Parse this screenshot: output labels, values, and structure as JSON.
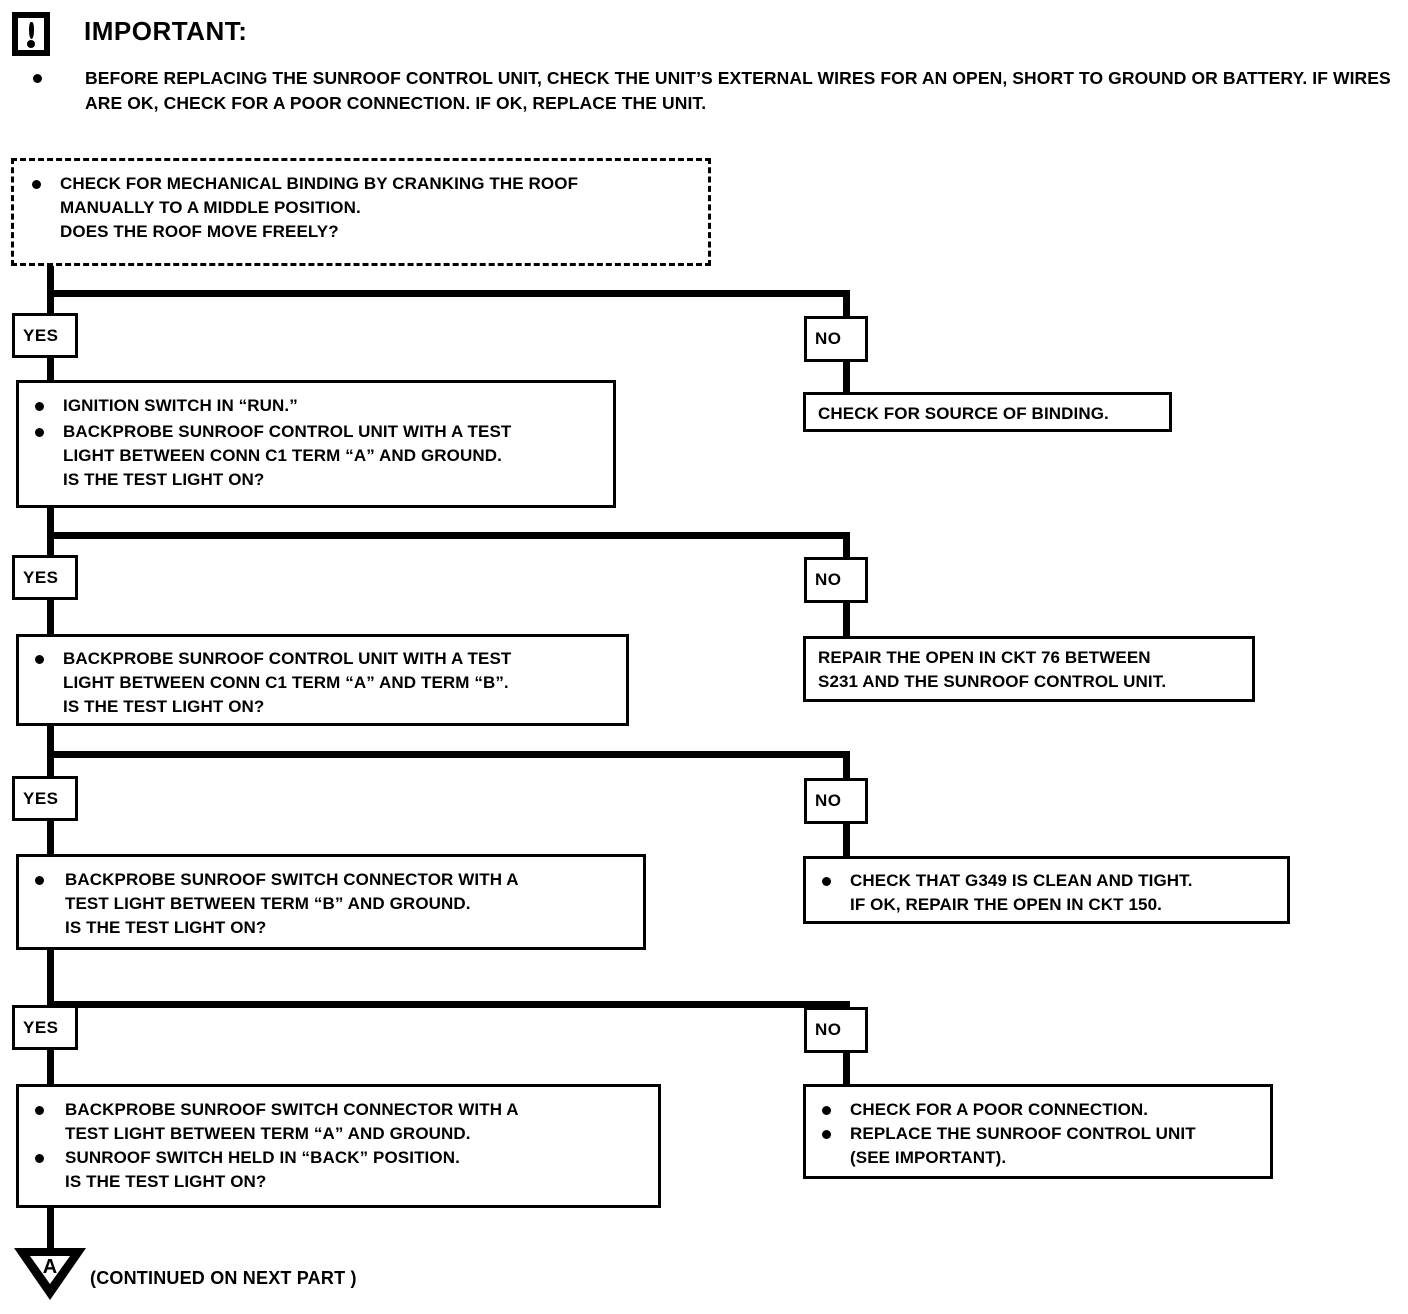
{
  "document": {
    "title": "Sunroof Control Unit Diagnostic Flowchart"
  },
  "important": {
    "icon": "exclamation-in-box-icon",
    "heading": "IMPORTANT:",
    "bullet": "BEFORE REPLACING THE SUNROOF CONTROL UNIT, CHECK THE UNIT’S EXTERNAL WIRES FOR AN OPEN, SHORT TO GROUND OR BATTERY.  IF WIRES ARE OK, CHECK FOR A POOR CONNECTION.  IF OK, REPLACE THE UNIT."
  },
  "labels": {
    "yes": "YES",
    "no": "NO"
  },
  "steps": [
    {
      "id": "step-1",
      "style": "dashed",
      "lines": [
        {
          "bullet": true,
          "text": "CHECK FOR MECHANICAL BINDING BY CRANKING THE ROOF"
        },
        {
          "bullet": false,
          "text": "MANUALLY TO A MIDDLE POSITION."
        },
        {
          "bullet": false,
          "text": "DOES THE ROOF MOVE FREELY?"
        }
      ]
    },
    {
      "id": "step-2",
      "style": "solid",
      "lines": [
        {
          "bullet": true,
          "text": "IGNITION SWITCH IN “RUN.”"
        },
        {
          "bullet": true,
          "text": "BACKPROBE SUNROOF CONTROL UNIT WITH A TEST"
        },
        {
          "bullet": false,
          "text": "LIGHT BETWEEN CONN C1 TERM “A” AND GROUND."
        },
        {
          "bullet": false,
          "text": "IS THE TEST LIGHT ON?"
        }
      ]
    },
    {
      "id": "step-3",
      "style": "solid",
      "lines": [
        {
          "bullet": true,
          "text": "BACKPROBE SUNROOF CONTROL UNIT WITH A TEST"
        },
        {
          "bullet": false,
          "text": "LIGHT BETWEEN CONN C1 TERM “A” AND TERM “B”."
        },
        {
          "bullet": false,
          "text": "IS THE TEST LIGHT ON?"
        }
      ]
    },
    {
      "id": "step-4",
      "style": "solid",
      "lines": [
        {
          "bullet": true,
          "text": "BACKPROBE SUNROOF SWITCH CONNECTOR WITH A"
        },
        {
          "bullet": false,
          "text": "TEST LIGHT BETWEEN TERM “B” AND GROUND."
        },
        {
          "bullet": false,
          "text": "IS THE TEST LIGHT ON?"
        }
      ]
    },
    {
      "id": "step-5",
      "style": "solid",
      "lines": [
        {
          "bullet": true,
          "text": "BACKPROBE SUNROOF SWITCH CONNECTOR WITH A"
        },
        {
          "bullet": false,
          "text": "TEST LIGHT BETWEEN TERM “A” AND GROUND."
        },
        {
          "bullet": true,
          "text": "SUNROOF SWITCH HELD IN “BACK” POSITION."
        },
        {
          "bullet": false,
          "text": "IS THE TEST LIGHT ON?"
        }
      ]
    }
  ],
  "results": [
    {
      "id": "result-1",
      "lines": [
        {
          "bullet": false,
          "text": "CHECK FOR SOURCE OF BINDING."
        }
      ]
    },
    {
      "id": "result-2",
      "lines": [
        {
          "bullet": false,
          "text": "REPAIR THE OPEN IN CKT 76 BETWEEN"
        },
        {
          "bullet": false,
          "text": "S231 AND THE SUNROOF CONTROL UNIT."
        }
      ]
    },
    {
      "id": "result-3",
      "lines": [
        {
          "bullet": true,
          "text": "CHECK THAT G349 IS CLEAN AND TIGHT."
        },
        {
          "bullet": false,
          "text": "IF OK, REPAIR THE OPEN IN CKT 150."
        }
      ]
    },
    {
      "id": "result-4",
      "lines": [
        {
          "bullet": true,
          "text": "CHECK FOR A POOR CONNECTION."
        },
        {
          "bullet": true,
          "text": "REPLACE THE SUNROOF CONTROL UNIT"
        },
        {
          "bullet": false,
          "text": "(SEE IMPORTANT)."
        }
      ]
    }
  ],
  "continuation": {
    "marker_letter": "A",
    "marker_shape": "triangle-down-icon",
    "text": "(CONTINUED ON NEXT PART )"
  }
}
